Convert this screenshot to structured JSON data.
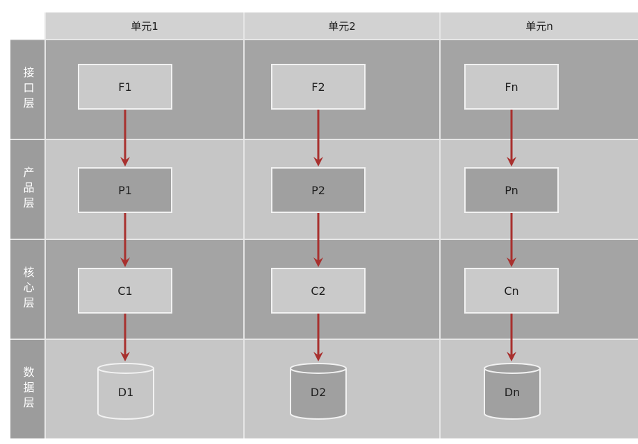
{
  "columns": [
    {
      "header": "单元1",
      "interface": "F1",
      "product": "P1",
      "core": "C1",
      "data": "D1"
    },
    {
      "header": "单元2",
      "interface": "F2",
      "product": "P2",
      "core": "C2",
      "data": "D2"
    },
    {
      "header": "单元n",
      "interface": "Fn",
      "product": "Pn",
      "core": "Cn",
      "data": "Dn"
    }
  ],
  "rows": {
    "interface_layer": "接口层",
    "product_layer": "产品层",
    "core_layer": "核心层",
    "data_layer": "数据层"
  },
  "colors": {
    "arrow": "#a8302e",
    "band_dark": "#a4a4a4",
    "band_light": "#c6c6c6",
    "node_light": "#cacaca",
    "node_dark": "#a0a0a0"
  }
}
